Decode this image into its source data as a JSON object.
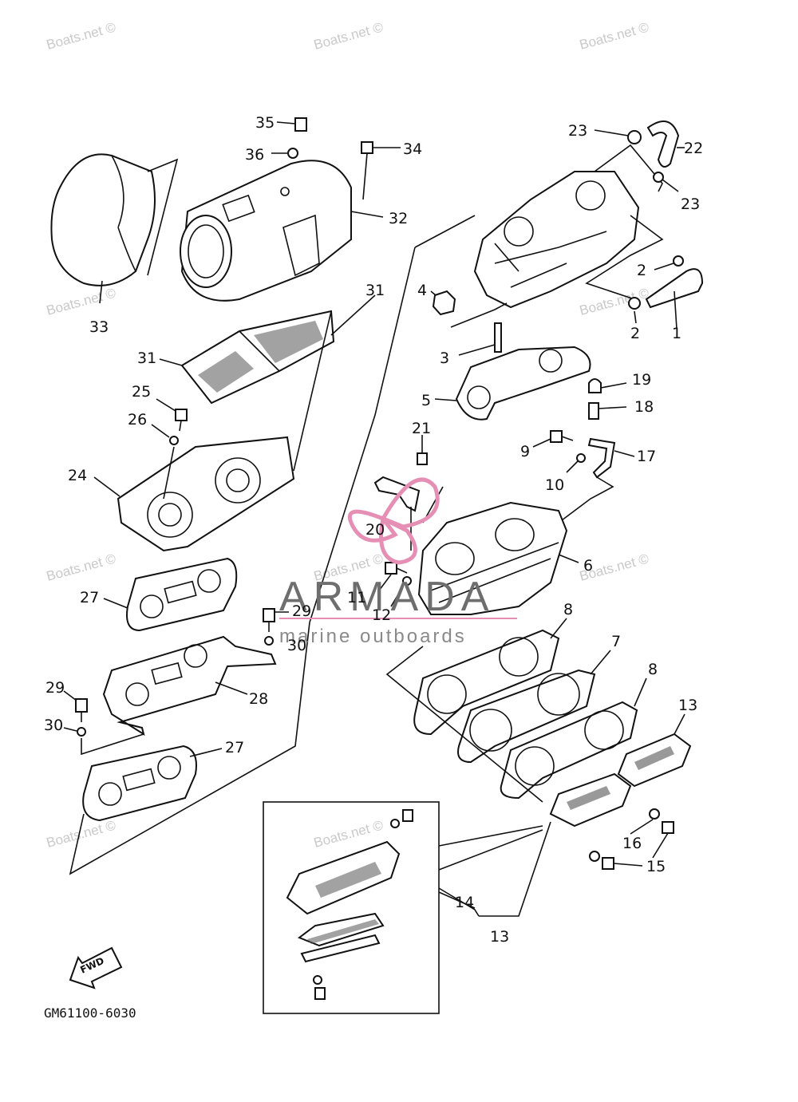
{
  "watermark": "Boats.net ©",
  "brand": {
    "name": "ARMADA",
    "tagline": "marine outboards",
    "logo_color": "#e58fb5",
    "line_color": "#e58fb5"
  },
  "diagram_code": "GM61100-6030",
  "fwd_label": "FWD",
  "callouts": [
    {
      "id": "1",
      "text": "1"
    },
    {
      "id": "2a",
      "text": "2"
    },
    {
      "id": "2b",
      "text": "2"
    },
    {
      "id": "3",
      "text": "3"
    },
    {
      "id": "4",
      "text": "4"
    },
    {
      "id": "5",
      "text": "5"
    },
    {
      "id": "6",
      "text": "6"
    },
    {
      "id": "7",
      "text": "7"
    },
    {
      "id": "8a",
      "text": "8"
    },
    {
      "id": "8b",
      "text": "8"
    },
    {
      "id": "9",
      "text": "9"
    },
    {
      "id": "10",
      "text": "10"
    },
    {
      "id": "11",
      "text": "11"
    },
    {
      "id": "12",
      "text": "12"
    },
    {
      "id": "13a",
      "text": "13"
    },
    {
      "id": "13b",
      "text": "13"
    },
    {
      "id": "14",
      "text": "14"
    },
    {
      "id": "15",
      "text": "15"
    },
    {
      "id": "16",
      "text": "16"
    },
    {
      "id": "17",
      "text": "17"
    },
    {
      "id": "18",
      "text": "18"
    },
    {
      "id": "19",
      "text": "19"
    },
    {
      "id": "20",
      "text": "20"
    },
    {
      "id": "21",
      "text": "21"
    },
    {
      "id": "22",
      "text": "22"
    },
    {
      "id": "23a",
      "text": "23"
    },
    {
      "id": "23b",
      "text": "23"
    },
    {
      "id": "24",
      "text": "24"
    },
    {
      "id": "25",
      "text": "25"
    },
    {
      "id": "26",
      "text": "26"
    },
    {
      "id": "27a",
      "text": "27"
    },
    {
      "id": "27b",
      "text": "27"
    },
    {
      "id": "28",
      "text": "28"
    },
    {
      "id": "29a",
      "text": "29"
    },
    {
      "id": "29b",
      "text": "29"
    },
    {
      "id": "30a",
      "text": "30"
    },
    {
      "id": "30b",
      "text": "30"
    },
    {
      "id": "31a",
      "text": "31"
    },
    {
      "id": "31b",
      "text": "31"
    },
    {
      "id": "32",
      "text": "32"
    },
    {
      "id": "33",
      "text": "33"
    },
    {
      "id": "34",
      "text": "34"
    },
    {
      "id": "35",
      "text": "35"
    },
    {
      "id": "36",
      "text": "36"
    }
  ]
}
